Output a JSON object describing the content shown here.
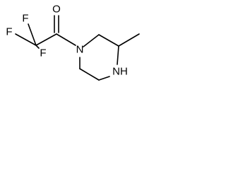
{
  "molecule": {
    "atoms": {
      "O": "O",
      "F1": "F",
      "F2": "F",
      "F3": "F",
      "N1": "N",
      "NH": "NH"
    },
    "colors": {
      "bond": "#000000",
      "label": "#000000",
      "background": "#ffffff"
    }
  }
}
